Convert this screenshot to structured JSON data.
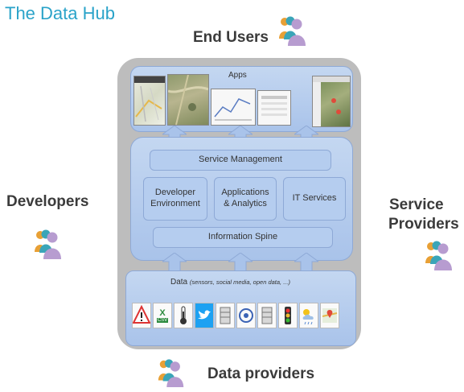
{
  "title": "The Data Hub",
  "actors": {
    "end_users": "End Users",
    "developers": "Developers",
    "service_providers_line1": "Service",
    "service_providers_line2": "Providers",
    "data_providers": "Data providers"
  },
  "apps": {
    "label": "Apps"
  },
  "core": {
    "service_management": "Service Management",
    "developer_env_line1": "Developer",
    "developer_env_line2": "Environment",
    "apps_analytics_line1": "Applications",
    "apps_analytics_line2": "& Analytics",
    "it_services": "IT Services",
    "information_spine": "Information Spine"
  },
  "data": {
    "label": "Data",
    "sources": "(sensors, social media, open data, ...)",
    "icons": [
      "warning-sign-icon",
      "spreadsheet-icon",
      "thermometer-icon",
      "twitter-icon",
      "database-icon",
      "network-icon",
      "database-icon",
      "traffic-light-icon",
      "weather-icon",
      "map-pin-icon"
    ],
    "excel_badge": "X",
    "csv_badge": "CSV"
  },
  "colors": {
    "title": "#2aa3c9",
    "band_fill": "#bcd2f0",
    "band_border": "#8ea9d6",
    "outer_fill": "#bdbdbd",
    "twitter": "#1da1f2",
    "person_purple": "#b79cd0",
    "person_teal": "#3aa5b8",
    "person_orange": "#e8a035"
  }
}
